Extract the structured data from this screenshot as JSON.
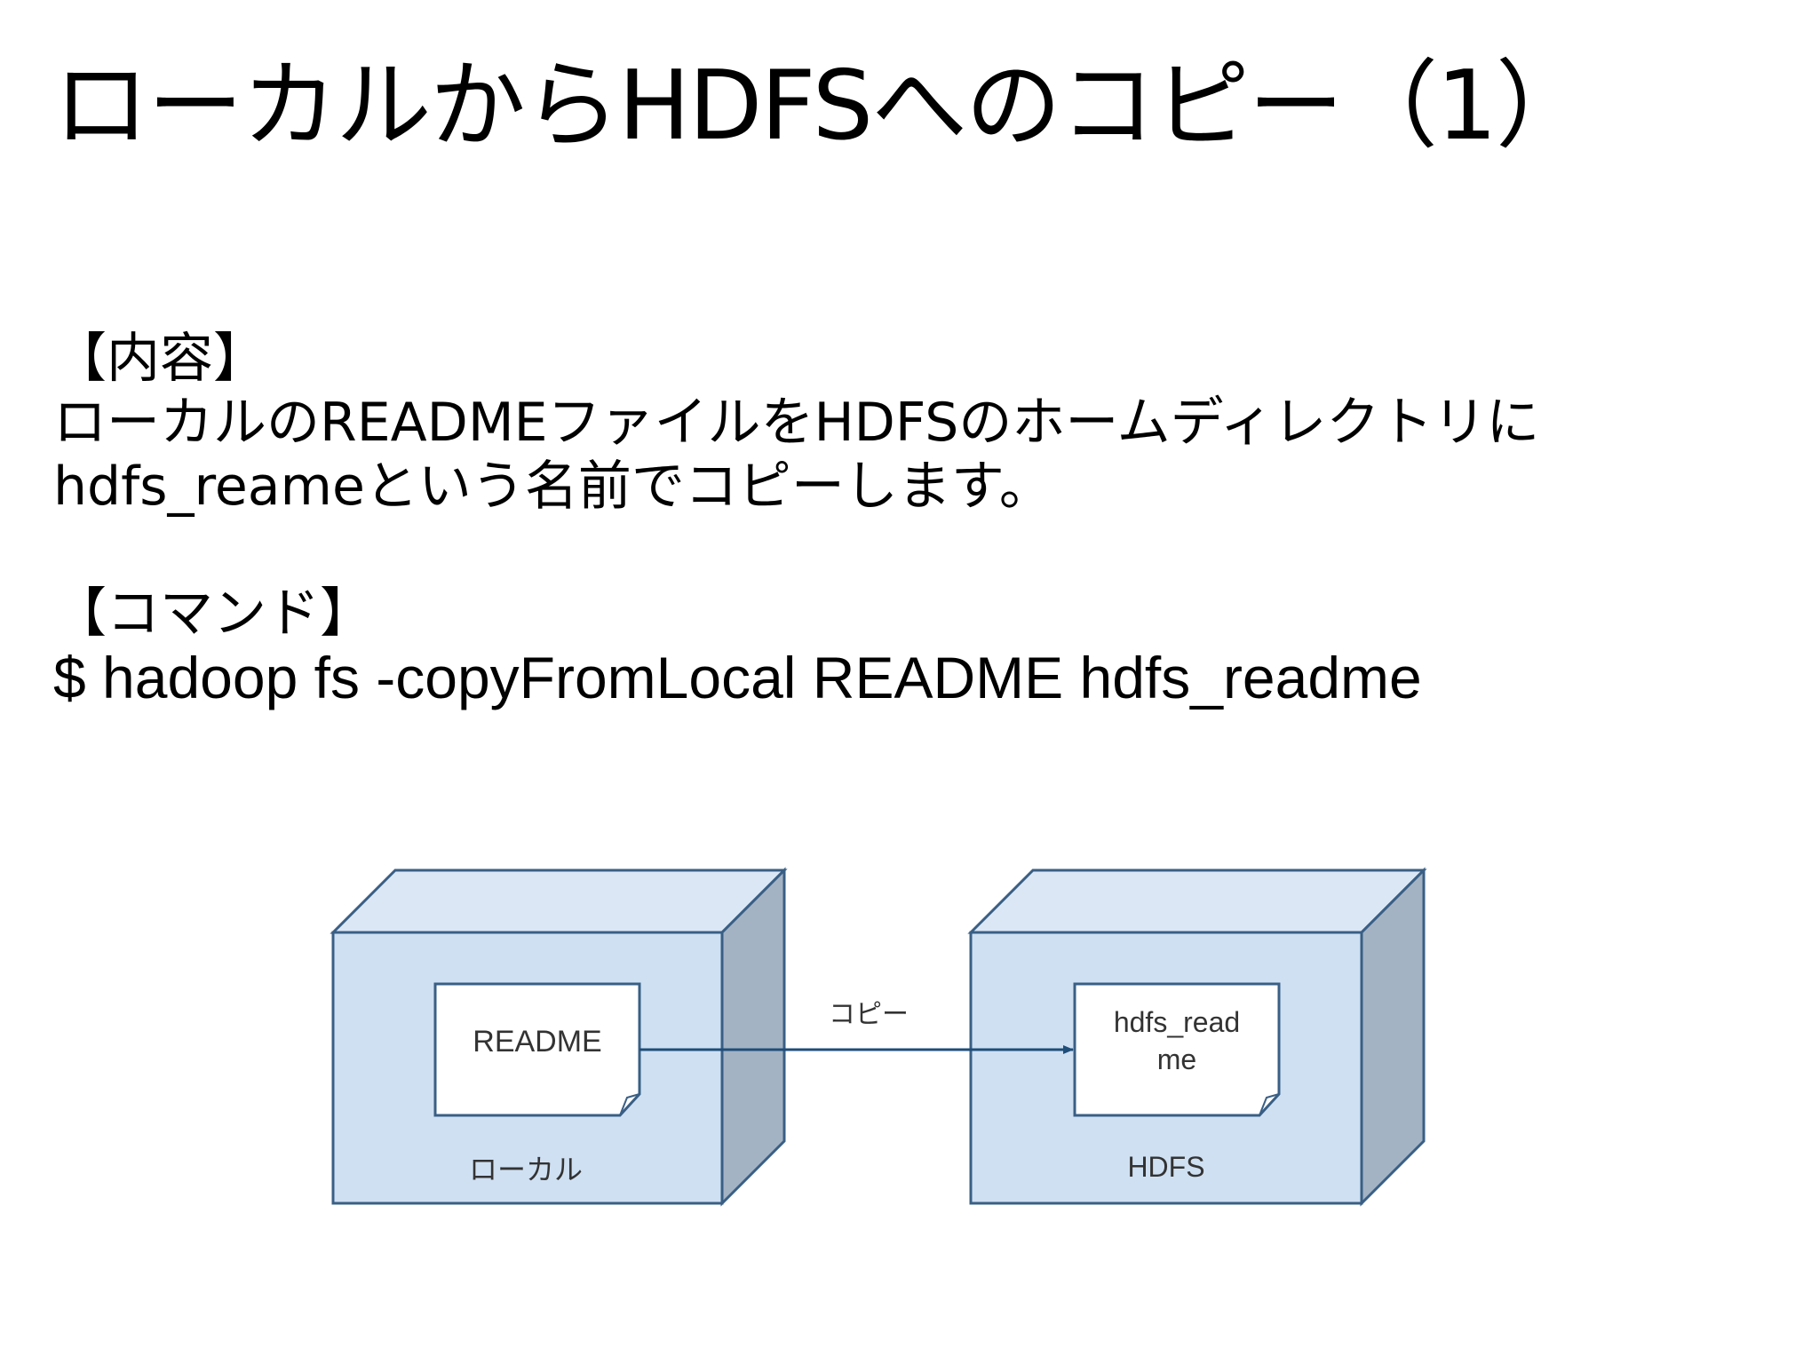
{
  "slide": {
    "title": "ローカルからHDFSへのコピー（1）"
  },
  "content": {
    "heading": "【内容】",
    "lines": [
      "ローカルのREADMEファイルをHDFSのホームディレクトリに",
      "hdfs_reameという名前でコピーします。"
    ]
  },
  "command": {
    "heading": "【コマンド】",
    "text": "$ hadoop fs -copyFromLocal README hdfs_readme"
  },
  "diagram": {
    "colors": {
      "box_front": "#cfe0f3",
      "box_top": "#dbe7f5",
      "box_side": "#a4b3c4",
      "outline": "#3a5f85",
      "document_fill": "#ffffff",
      "arrow": "#1f4e79"
    },
    "local": {
      "label": "ローカル",
      "file_label": "README"
    },
    "hdfs": {
      "label": "HDFS",
      "file_label_lines": [
        "hdfs_read",
        "me"
      ]
    },
    "arrow_label": "コピー"
  }
}
